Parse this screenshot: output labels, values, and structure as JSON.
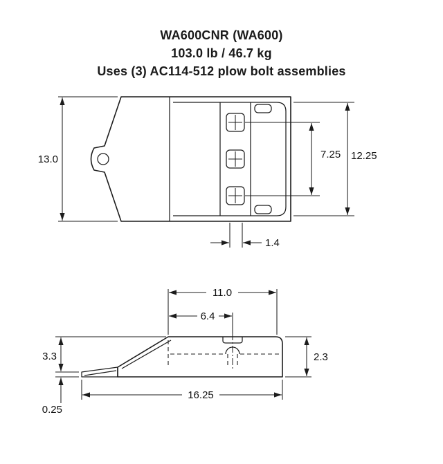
{
  "title": {
    "model": "WA600CNR (WA600)",
    "weight": "103.0 lb / 46.7 kg",
    "bolts": "Uses (3) AC114-512 plow bolt assemblies"
  },
  "front_view": {
    "overall_height": "13.0",
    "bolt_spacing": "7.25",
    "plate_height": "12.25",
    "edge_offset": "1.4"
  },
  "side_view": {
    "top_width": "11.0",
    "bolt_offset": "6.4",
    "nose_height": "3.3",
    "shim_thickness": "0.25",
    "rear_height": "2.3",
    "overall_length": "16.25"
  }
}
